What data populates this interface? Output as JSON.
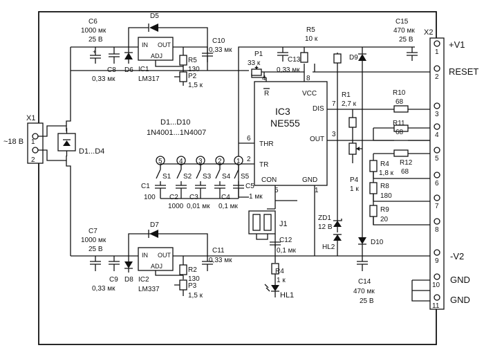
{
  "board": {
    "input": {
      "ref": "X1",
      "voltage": "~18 В",
      "pins": [
        "1",
        "2"
      ]
    },
    "bridge": {
      "ref": "D1...D4"
    },
    "diodes_note": {
      "refs": "D1...D10",
      "types": "1N4001...1N4007"
    },
    "reg_top": {
      "ref": "IC1",
      "part": "LM317",
      "pins": [
        "IN",
        "OUT",
        "ADJ"
      ]
    },
    "reg_bottom": {
      "ref": "IC2",
      "part": "LM337",
      "pins": [
        "IN",
        "OUT",
        "ADJ"
      ]
    },
    "timer": {
      "ref": "IC3",
      "part": "NE555",
      "pins": [
        "R",
        "VCC",
        "DIS",
        "OUT",
        "THR",
        "TR",
        "CON",
        "GND"
      ],
      "pin_numbers": [
        "4",
        "8",
        "7",
        "3",
        "6",
        "2",
        "5",
        "1"
      ]
    },
    "parts": {
      "C6": [
        "C6",
        "1000 мк",
        "25 В"
      ],
      "C8": [
        "C8",
        "0,33 мк"
      ],
      "D6": "D6",
      "D5": "D5",
      "R5a": [
        "R5",
        "130"
      ],
      "P2": [
        "P2",
        "1,5 к"
      ],
      "C10": [
        "C10",
        "0,33 мк"
      ],
      "P1": [
        "P1",
        "33 к"
      ],
      "R5b": [
        "R5",
        "10 к"
      ],
      "C13": [
        "C13",
        "0,33 мк"
      ],
      "R1": [
        "R1",
        "2,7 к"
      ],
      "D9": "D9",
      "C15": [
        "C15",
        "470 мк",
        "25 В"
      ],
      "R10": [
        "R10",
        "68"
      ],
      "R11": [
        "R11",
        "68"
      ],
      "R12": [
        "R12",
        "68"
      ],
      "P4": [
        "P4",
        "1 к"
      ],
      "R4a": [
        "R4",
        "1,8 к"
      ],
      "R8": [
        "R8",
        "180"
      ],
      "R9": [
        "R9",
        "20"
      ],
      "C1": [
        "C1",
        "100"
      ],
      "C2": [
        "C2",
        "1000"
      ],
      "C3": [
        "C3",
        "0,01 мк"
      ],
      "C4": [
        "C4",
        "0,1 мк"
      ],
      "C5": [
        "C5",
        "1 мк"
      ],
      "switches": [
        "S1",
        "S2",
        "S3",
        "S4",
        "S5"
      ],
      "switch_positions": [
        "5",
        "4",
        "3",
        "2",
        "1"
      ],
      "J1": "J1",
      "C12": [
        "C12",
        "0,1 мк"
      ],
      "R4b": [
        "R4",
        "1 к"
      ],
      "HL1": "HL1",
      "ZD1": [
        "ZD1",
        "12 В"
      ],
      "HL2": "HL2",
      "D10": "D10",
      "C14": [
        "C14",
        "470 мк",
        "25 В"
      ],
      "C7": [
        "C7",
        "1000 мк",
        "25 В"
      ],
      "C9": [
        "C9",
        "0,33 мк"
      ],
      "D8": "D8",
      "D7": "D7",
      "R2": [
        "R2",
        "130"
      ],
      "P3": [
        "P3",
        "1,5 к"
      ],
      "C11": [
        "C11",
        "0,33 мк"
      ]
    },
    "output_connector": {
      "ref": "X2",
      "pin_numbers": [
        "1",
        "2",
        "3",
        "4",
        "5",
        "6",
        "7",
        "8",
        "9",
        "10",
        "11"
      ],
      "labels": {
        "1": "+V1",
        "2": "RESET",
        "9": "-V2",
        "10": "GND",
        "11": "GND"
      }
    }
  }
}
